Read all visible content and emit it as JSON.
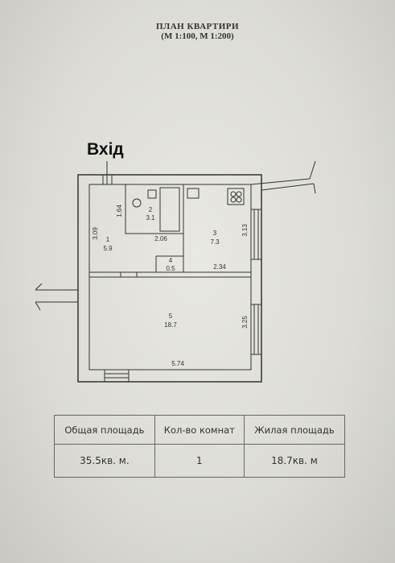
{
  "document": {
    "title": "ПЛАН КВАРТИРИ",
    "scale": "(М 1:100, М 1:200)",
    "entrance_label": "Вхід"
  },
  "rooms": [
    {
      "number": "1",
      "area": "5.9"
    },
    {
      "number": "2",
      "area": "3.1"
    },
    {
      "number": "3",
      "area": "7.3"
    },
    {
      "number": "4",
      "area": "0.5"
    },
    {
      "number": "5",
      "area": "18.7"
    }
  ],
  "dimensions": [
    "1.64",
    "3.09",
    "2.06",
    "3.13",
    "2.34",
    "3.25",
    "5.74"
  ],
  "summary": {
    "headers": [
      "Общая площадь",
      "Кол-во комнат",
      "Жилая площадь"
    ],
    "values": [
      "35.5кв. м.",
      "1",
      "18.7кв. м"
    ]
  },
  "colors": {
    "ink": "#333333",
    "paper": "#e4e3de"
  }
}
